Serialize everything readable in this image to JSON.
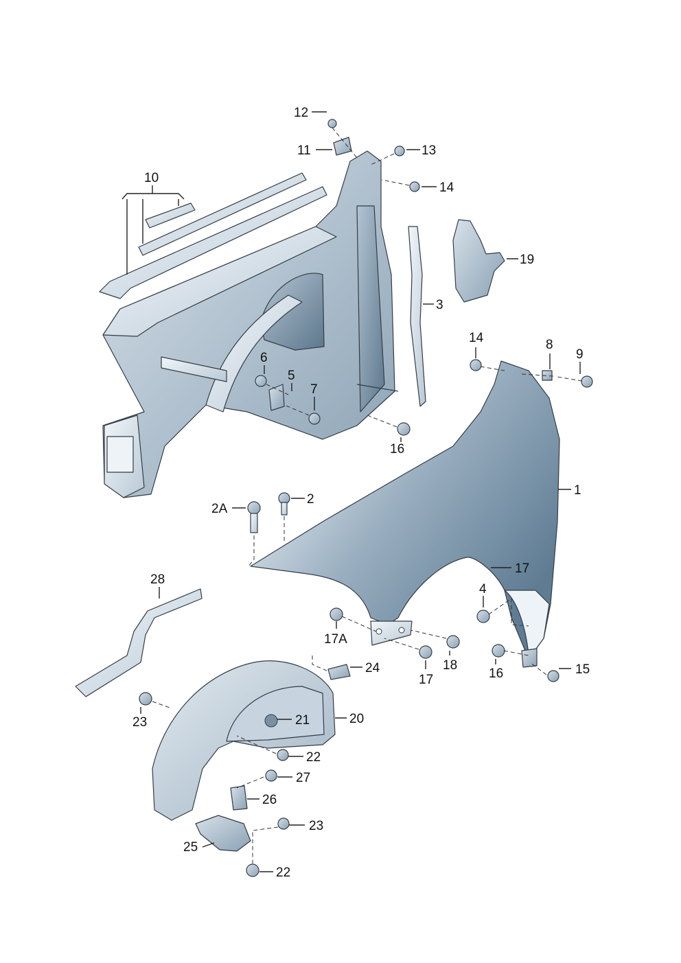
{
  "callouts": {
    "c12": "12",
    "c11": "11",
    "c13": "13",
    "c14a": "14",
    "c10": "10",
    "c19": "19",
    "c3": "3",
    "c14b": "14",
    "c8": "8",
    "c9": "9",
    "c6": "6",
    "c5": "5",
    "c7": "7",
    "c16a": "16",
    "c1": "1",
    "c2A": "2A",
    "c2": "2",
    "c28": "28",
    "c17a": "17",
    "c4": "4",
    "c17A": "17A",
    "c18": "18",
    "c17b": "17",
    "c16b": "16",
    "c15": "15",
    "c24": "24",
    "c23a": "23",
    "c21": "21",
    "c20": "20",
    "c22a": "22",
    "c27": "27",
    "c26": "26",
    "c23b": "23",
    "c25": "25",
    "c22b": "22"
  },
  "colors": {
    "part_light": "#dfe8ef",
    "part_mid": "#a9bccb",
    "part_dark": "#6f889c",
    "fender": "#6d8aa0",
    "outline": "#333c44"
  }
}
